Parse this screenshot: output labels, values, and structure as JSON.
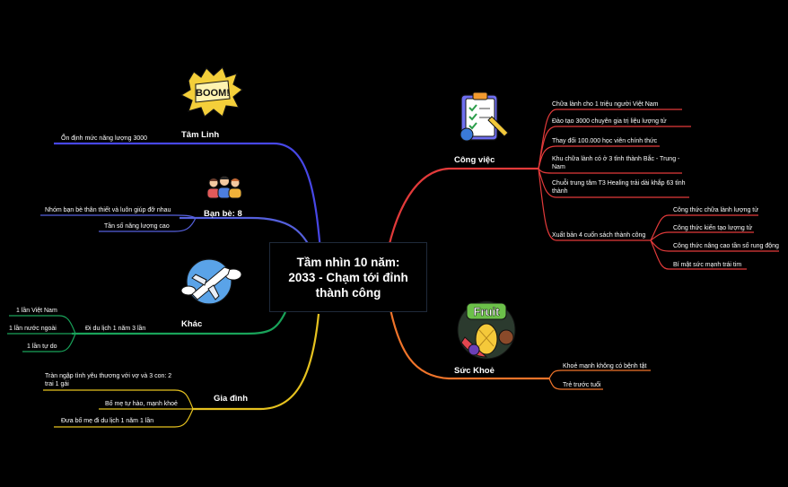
{
  "central": {
    "line1": "Tầm nhìn 10 năm:",
    "line2": "2033 - Chạm tới đỉnh",
    "line3": "thành công"
  },
  "branches": {
    "tam_linh": {
      "label": "Tâm Linh",
      "icon": "boom-icon",
      "color": "#4747e6",
      "items": [
        "Ổn định mức năng lượng 3000"
      ]
    },
    "ban_be": {
      "label": "Bạn bè: 8",
      "icon": "friends-group-icon",
      "color": "#4f58d8",
      "items": [
        "Nhóm bạn bè thân thiết và luôn giúp đỡ nhau",
        "Tần số năng lượng cao"
      ]
    },
    "khac": {
      "label": "Khác",
      "icon": "airplane-icon",
      "color": "#19a35a",
      "item": "Đi du lịch 1 năm 3 lần",
      "subitems": [
        "1 lần Việt Nam",
        "1 lần nước ngoài",
        "1 lần tự do"
      ]
    },
    "gia_dinh": {
      "label": "Gia đình",
      "color": "#e6c21f",
      "items": [
        "Tràn ngập tình yêu thương với vợ và 3 con: 2 trai 1 gái",
        "Bố mẹ tự hào, mạnh khoẻ",
        "Đưa bố mẹ đi du lịch 1 năm 1 lần"
      ]
    },
    "cong_viec": {
      "label": "Công việc",
      "icon": "checklist-icon",
      "color": "#e23a3a",
      "items": [
        "Chữa lành cho 1 triệu người Việt Nam",
        "Đào tạo 3000 chuyên gia trị liệu lượng tử",
        "Thay đổi 100.000 học viên chính thức",
        "Khu chữa lành có ở 3 tỉnh thành Bắc - Trung - Nam",
        "Chuỗi trung tâm T3 Healing trải dài khắp 63 tỉnh thành",
        "Xuất bản 4 cuốn sách thành công"
      ],
      "subitems": [
        "Công thức chữa lành lượng tử",
        "Công thức kiến tạo lượng tử",
        "Công thức nâng cao tần số rung động",
        "Bí mật sức mạnh trái tim"
      ]
    },
    "suc_khoe": {
      "label": "Sức Khoẻ",
      "icon": "fruit-icon",
      "icon_text": "Fruit",
      "color": "#f0742a",
      "items": [
        "Khoẻ mạnh không có bệnh tật",
        "Trẻ trước tuổi"
      ]
    }
  },
  "icon_text": {
    "boom": "BOOM!"
  }
}
